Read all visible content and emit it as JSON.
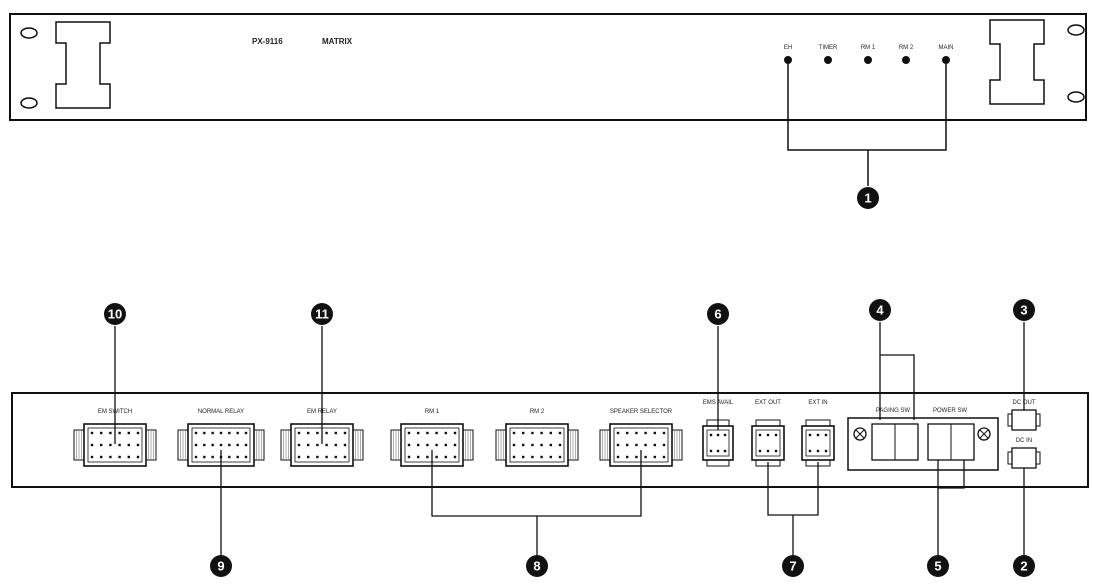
{
  "front_panel": {
    "model": "PX-9116",
    "name": "MATRIX",
    "leds": [
      {
        "label": "EH"
      },
      {
        "label": "TIMER"
      },
      {
        "label": "RM 1"
      },
      {
        "label": "RM 2"
      },
      {
        "label": "MAIN"
      }
    ]
  },
  "rear_panel": {
    "connectors": [
      {
        "label": "EM SWITCH"
      },
      {
        "label": "NORMAL RELAY"
      },
      {
        "label": "EM RELAY"
      },
      {
        "label": "RM 1"
      },
      {
        "label": "RM 2"
      },
      {
        "label": "SPEAKER SELECTOR"
      },
      {
        "label": "EMS AVAIL"
      },
      {
        "label": "EXT OUT"
      },
      {
        "label": "EXT IN"
      }
    ],
    "switches": [
      {
        "label": "PAGING SW"
      },
      {
        "label": "POWER SW"
      }
    ],
    "dc_out_label": "DC OUT",
    "dc_in_label": "DC IN"
  },
  "callouts": [
    "1",
    "2",
    "3",
    "4",
    "5",
    "6",
    "7",
    "8",
    "9",
    "10",
    "11"
  ]
}
